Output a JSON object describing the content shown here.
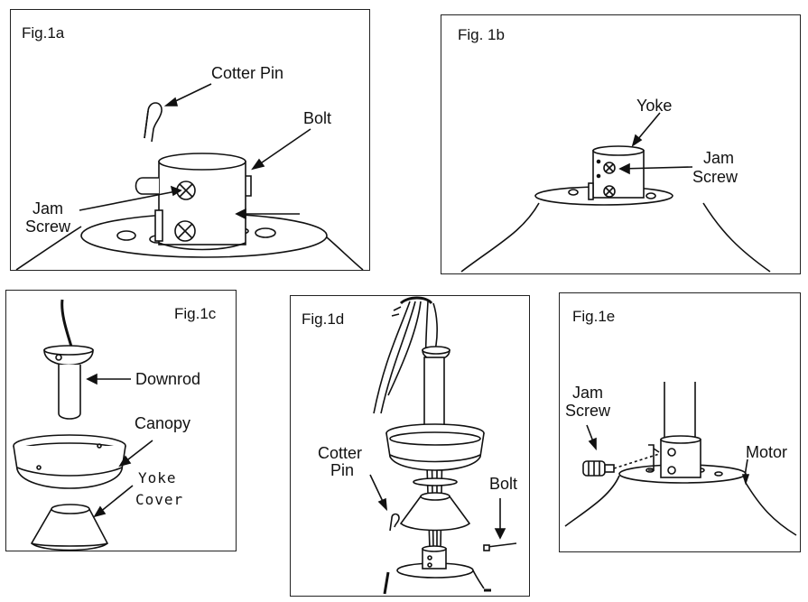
{
  "figures": {
    "fig1a": {
      "title": "Fig.1a",
      "labels": {
        "cotter_pin": "Cotter Pin",
        "bolt": "Bolt",
        "jam_screw_1": "Jam",
        "jam_screw_2": "Screw"
      }
    },
    "fig1b": {
      "title": "Fig. 1b",
      "labels": {
        "yoke": "Yoke",
        "jam_screw_1": "Jam",
        "jam_screw_2": "Screw"
      }
    },
    "fig1c": {
      "title": "Fig.1c",
      "labels": {
        "downrod": "Downrod",
        "canopy": "Canopy",
        "yoke_cover_1": "Yoke",
        "yoke_cover_2": "Cover"
      }
    },
    "fig1d": {
      "title": "Fig.1d",
      "labels": {
        "cotter_pin_1": "Cotter",
        "cotter_pin_2": "Pin",
        "bolt": "Bolt"
      }
    },
    "fig1e": {
      "title": "Fig.1e",
      "labels": {
        "jam_screw_1": "Jam",
        "jam_screw_2": "Screw",
        "motor": "Motor"
      }
    }
  }
}
